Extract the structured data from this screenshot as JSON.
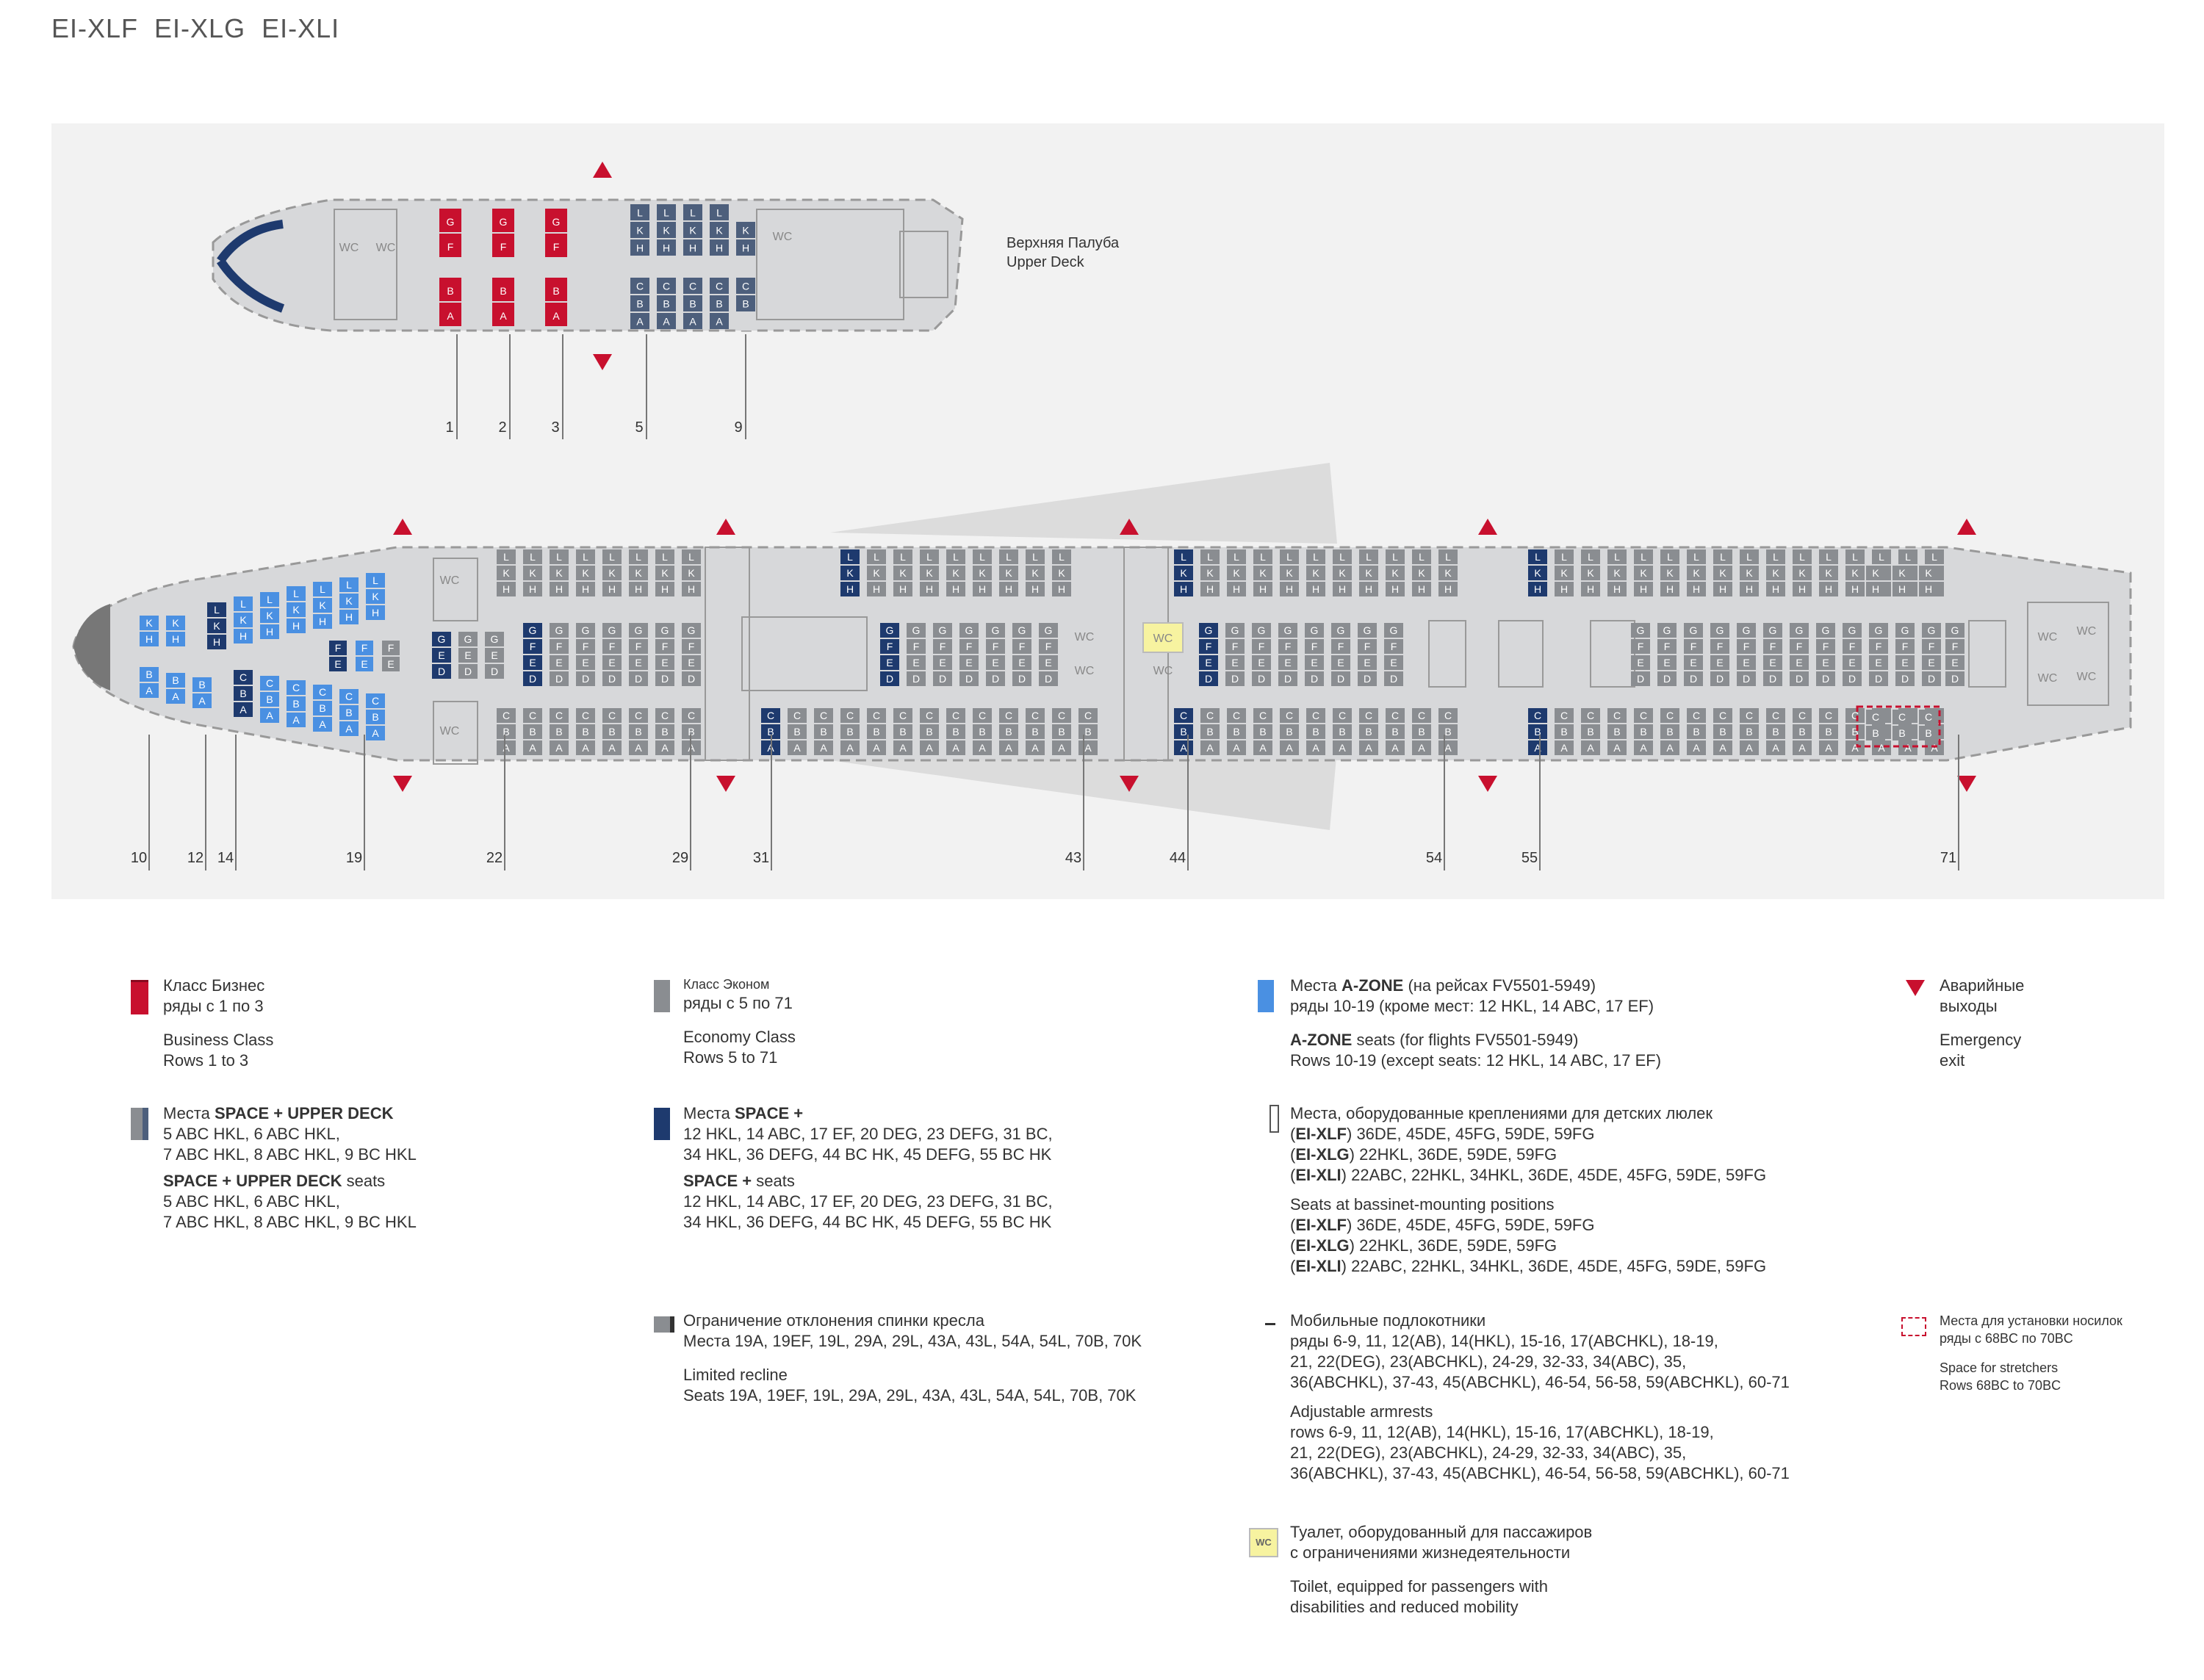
{
  "registrations": [
    "EI-XLF",
    "EI-XLG",
    "EI-XLI"
  ],
  "colors": {
    "business": "#c8102e",
    "economy": "#8a8d91",
    "space_plus_upper": "#4d5f7c",
    "space_plus": "#1e3a6e",
    "a_zone": "#4a90e2",
    "exit": "#c8102e",
    "wc_accessible": "#f7f3a0",
    "cabin": "#d7d8da",
    "panel": "#f2f2f2"
  },
  "upper_deck": {
    "label_ru": "Верхняя Палуба",
    "label_en": "Upper Deck",
    "wc": "WC",
    "row_numbers": [
      "1",
      "2",
      "3",
      "5",
      "9"
    ]
  },
  "main_deck": {
    "wc": "WC",
    "row_numbers": [
      "10",
      "12",
      "14",
      "19",
      "22",
      "29",
      "31",
      "43",
      "44",
      "54",
      "55",
      "71"
    ]
  },
  "legend": {
    "business": {
      "ru_1": "Класс Бизнес",
      "ru_2": "ряды с 1 по 3",
      "en_1": "Business Class",
      "en_2": "Rows 1 to 3"
    },
    "economy": {
      "ru_1": "Класс Эконом",
      "ru_2": "ряды с 5 по 71",
      "en_1": "Economy Class",
      "en_2": "Rows 5 to 71"
    },
    "a_zone": {
      "ru_pre": "Места ",
      "ru_bold": "A-ZONE",
      "ru_post": " (на рейсах FV5501-5949)",
      "ru_2": "ряды 10-19 (кроме мест: 12 HKL, 14 ABC, 17 EF)",
      "en_bold": "A-ZONE",
      "en_post": " seats (for flights FV5501-5949)",
      "en_2": "Rows 10-19 (except seats: 12 HKL, 14 ABC, 17 EF)"
    },
    "exit": {
      "ru_1": "Аварийные",
      "ru_2": "выходы",
      "en_1": "Emergency",
      "en_2": "exit"
    },
    "space_upper": {
      "ru_pre": "Места ",
      "ru_bold": "SPACE +  UPPER DECK",
      "ru_2": "5 ABC HKL, 6 ABC HKL,",
      "ru_3": "7 ABC HKL, 8 ABC HKL, 9 BC HKL",
      "en_bold": "SPACE +  UPPER DECK",
      "en_post": "  seats",
      "en_2": "5 ABC HKL, 6 ABC HKL,",
      "en_3": "7 ABC HKL, 8 ABC HKL, 9 BC HKL"
    },
    "space_plus": {
      "ru_pre": "Места ",
      "ru_bold": "SPACE +",
      "ru_2": "12 HKL, 14 ABC, 17 EF, 20 DEG, 23 DEFG, 31 BC,",
      "ru_3": "34 HKL, 36 DEFG, 44 BC HK, 45 DEFG, 55 BC HK",
      "en_bold": "SPACE +",
      "en_post": " seats",
      "en_2": "12 HKL, 14 ABC, 17 EF, 20 DEG, 23 DEFG, 31 BC,",
      "en_3": "34 HKL, 36 DEFG, 44 BC HK, 45 DEFG, 55 BC HK"
    },
    "bassinet": {
      "ru_1": "Места, оборудованные креплениями для детских люлек",
      "ru_xlf": "EI-XLF",
      "ru_xlf_seats": " 36DE, 45DE, 45FG, 59DE, 59FG",
      "ru_xlg": "EI-XLG",
      "ru_xlg_seats": " 22HKL, 36DE, 59DE, 59FG",
      "ru_xli": "EI-XLI",
      "ru_xli_seats": " 22ABC, 22HKL, 34HKL, 36DE, 45DE, 45FG, 59DE, 59FG",
      "en_1": "Seats at bassinet-mounting positions",
      "en_xlf": "EI-XLF",
      "en_xlf_seats": " 36DE, 45DE, 45FG, 59DE, 59FG",
      "en_xlg": "EI-XLG",
      "en_xlg_seats": " 22HKL, 36DE, 59DE, 59FG",
      "en_xli": "EI-XLI",
      "en_xli_seats": " 22ABC, 22HKL, 34HKL, 36DE, 45DE, 45FG, 59DE, 59FG"
    },
    "recline": {
      "ru_1": "Ограничение отклонения спинки кресла",
      "ru_2": "Места 19A, 19EF, 19L, 29A, 29L, 43A, 43L, 54A, 54L, 70B, 70K",
      "en_1": "Limited recline",
      "en_2": "Seats 19A, 19EF, 19L, 29A, 29L, 43A, 43L, 54A, 54L, 70B, 70K"
    },
    "armrests": {
      "ru_1": "Мобильные подлокотники",
      "ru_2": "ряды 6-9, 11, 12(AB), 14(HKL), 15-16, 17(ABCHKL), 18-19,",
      "ru_3": "21, 22(DEG), 23(ABCHKL), 24-29, 32-33, 34(ABC), 35,",
      "ru_4": "36(ABCHKL), 37-43, 45(ABCHKL), 46-54, 56-58, 59(ABCHKL), 60-71",
      "en_1": "Adjustable armrests",
      "en_2": "rows  6-9, 11, 12(AB), 14(HKL), 15-16, 17(ABCHKL), 18-19,",
      "en_3": "21, 22(DEG), 23(ABCHKL), 24-29, 32-33, 34(ABC), 35,",
      "en_4": "36(ABCHKL), 37-43, 45(ABCHKL), 46-54, 56-58, 59(ABCHKL), 60-71"
    },
    "stretchers": {
      "ru_1": "Места для установки носилок",
      "ru_2": "ряды с 68BC по 70BC",
      "en_1": "Space for stretchers",
      "en_2": "Rows 68BC to 70BC"
    },
    "wc_access": {
      "icon": "WC",
      "ru_1": "Туалет, оборудованный для пассажиров",
      "ru_2": "с ограничениями жизнедеятельности",
      "en_1": "Toilet, equipped for passengers with",
      "en_2": "disabilities and reduced mobility"
    }
  }
}
